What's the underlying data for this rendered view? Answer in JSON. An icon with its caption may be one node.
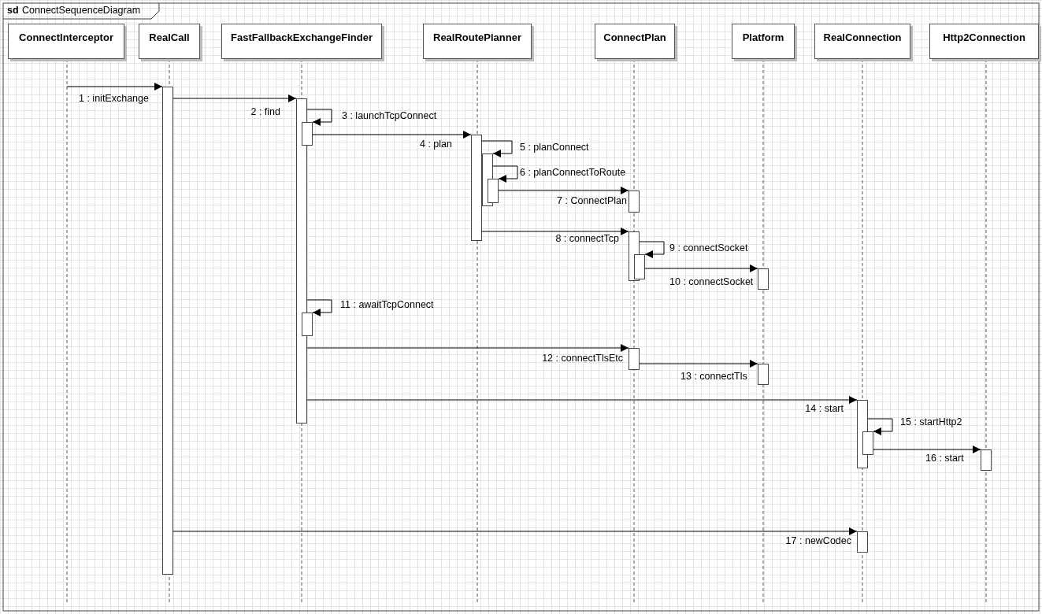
{
  "diagram": {
    "title": "ConnectSequenceDiagram",
    "nodes": [
      {
        "text": [
          "ConnectInterceptor"
        ]
      },
      {
        "text": [
          "RealCall"
        ]
      },
      {
        "text": [
          "FastFallbackExchangeFinder"
        ]
      },
      {
        "text": [
          "RealRoutePlanner"
        ]
      },
      {
        "text": [
          "ConnectPlan"
        ]
      },
      {
        "text": [
          "Platform"
        ]
      },
      {
        "text": [
          "RealConnection"
        ]
      },
      {
        "text": [
          "Http2Connection"
        ]
      },
      {
        "text": [],
        "shape": "bar"
      },
      {
        "text": [],
        "shape": "bar"
      },
      {
        "text": [],
        "shape": "bar"
      },
      {
        "text": [],
        "shape": "bar"
      },
      {
        "text": [],
        "shape": "bar"
      },
      {
        "text": [],
        "shape": "bar"
      },
      {
        "text": [],
        "shape": "bar"
      },
      {
        "text": [],
        "shape": "bar"
      },
      {
        "text": [],
        "shape": "bar"
      },
      {
        "text": [],
        "shape": "bar"
      },
      {
        "text": [],
        "shape": "bar"
      },
      {
        "text": [],
        "shape": "bar"
      },
      {
        "text": [],
        "shape": "bar"
      },
      {
        "text": [],
        "shape": "bar"
      },
      {
        "text": [],
        "shape": "bar"
      },
      {
        "text": [],
        "shape": "bar"
      },
      {
        "text": [],
        "shape": "bar"
      }
    ],
    "edges": [
      {
        "from": null,
        "to": 8,
        "arrow": "to",
        "label": "1 : initExchange"
      },
      {
        "from": 8,
        "to": 9,
        "arrow": "to",
        "label": "2 : find"
      },
      {
        "from": 9,
        "to": 10,
        "arrow": "to",
        "label": "3 : launchTcpConnect"
      },
      {
        "from": 10,
        "to": 11,
        "arrow": "to",
        "label": "4 : plan"
      },
      {
        "from": 11,
        "to": 12,
        "arrow": "to",
        "label": "5 : planConnect"
      },
      {
        "from": 12,
        "to": 13,
        "arrow": "to",
        "label": "6 : planConnectToRoute"
      },
      {
        "from": 13,
        "to": 14,
        "arrow": "to",
        "label": "7 : ConnectPlan"
      },
      {
        "from": 11,
        "to": 15,
        "arrow": "to",
        "label": "8 : connectTcp"
      },
      {
        "from": 15,
        "to": 16,
        "arrow": "to",
        "label": "9 : connectSocket"
      },
      {
        "from": 16,
        "to": 17,
        "arrow": "to",
        "label": "10 : connectSocket"
      },
      {
        "from": 9,
        "to": 18,
        "arrow": "to",
        "label": "11 : awaitTcpConnect"
      },
      {
        "from": 9,
        "to": 19,
        "arrow": "to",
        "label": "12 : connectTlsEtc"
      },
      {
        "from": 19,
        "to": 20,
        "arrow": "to",
        "label": "13 : connectTls"
      },
      {
        "from": 9,
        "to": 21,
        "arrow": "to",
        "label": "14 : start"
      },
      {
        "from": 21,
        "to": 22,
        "arrow": "to",
        "label": "15 : startHttp2"
      },
      {
        "from": 22,
        "to": 23,
        "arrow": "to",
        "label": "16 : start"
      },
      {
        "from": 8,
        "to": 24,
        "arrow": "to",
        "label": "17 : newCodec"
      }
    ],
    "labels": [
      "sd"
    ]
  }
}
